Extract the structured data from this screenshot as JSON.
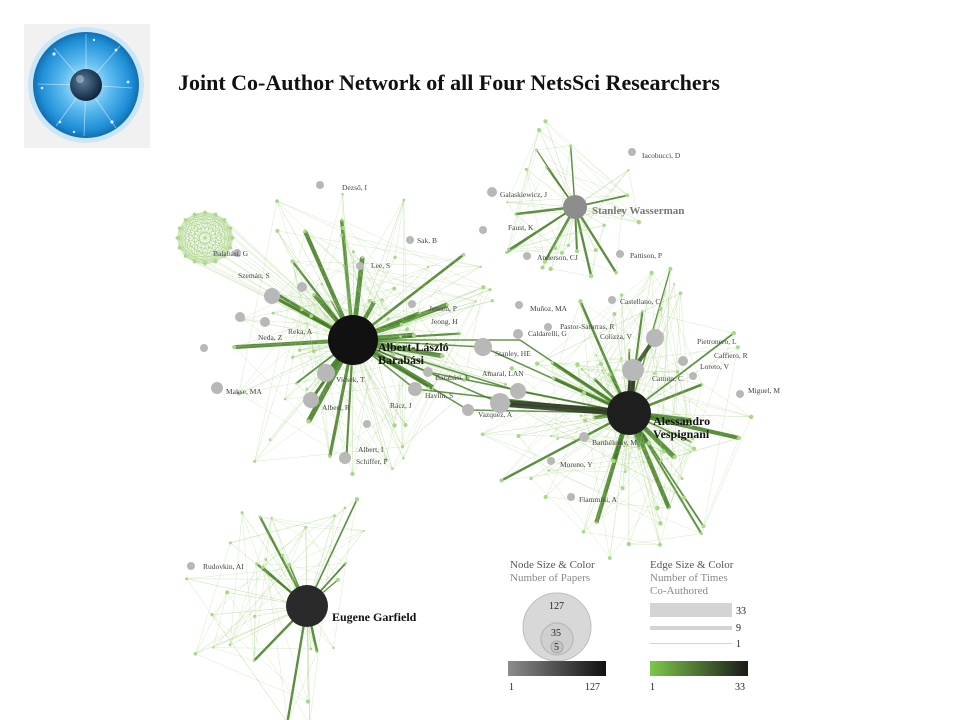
{
  "title": "Joint Co-Author Network of all Four NetsSci Researchers",
  "logo": {
    "icon": "eye-iris-logo-icon"
  },
  "colors": {
    "edge_light": "#9ccc75",
    "edge_dark": "#3f7a1f",
    "node_small": "#b8b8b8",
    "node_big": "#111111"
  },
  "hubs": [
    {
      "id": "barabasi",
      "name_line1": "Albert-László",
      "name_line2": "Barabási"
    },
    {
      "id": "vespignani",
      "name_line1": "Alessandro",
      "name_line2": "Vespignani"
    },
    {
      "id": "wasserman",
      "name_line1": "Stanley Wasserman",
      "name_line2": ""
    },
    {
      "id": "garfield",
      "name_line1": "Eugene Garfield",
      "name_line2": ""
    }
  ],
  "author_labels": [
    "Dezső, I",
    "Balabási, G",
    "Szemán, S",
    "Lee, S",
    "Sak, B",
    "Jeong, H",
    "Jensen, P",
    "Neda, Z",
    "Vicsek, T",
    "Makse, MA",
    "Albert, R",
    "Reka, A",
    "Albert, I",
    "Schiffer, P",
    "Havlin, S",
    "Barabási, E",
    "Rácz, J",
    "Amaral, LAN",
    "Muñoz, MA",
    "Caldarelli, G",
    "Stanley, HE",
    "Vazquez, A",
    "Barthélemy, M",
    "Moreno, Y",
    "Flammini, A",
    "Castellano, C",
    "Colizza, V",
    "Pastor-Satorras, R",
    "Loreto, V",
    "Cattuto, C",
    "Pietronero, L",
    "Caffiero, R",
    "Miguel, M",
    "Iacobucci, D",
    "Galaskiewicz, J",
    "Faust, K",
    "Anderson, CJ",
    "Pattison, P",
    "Rudovkin, AI"
  ],
  "legend": {
    "node": {
      "title": "Node Size & Color",
      "subtitle": "Number of Papers",
      "values": [
        "127",
        "35",
        "5"
      ],
      "scale_min": "1",
      "scale_max": "127"
    },
    "edge": {
      "title": "Edge Size & Color",
      "subtitle_line1": "Number of Times",
      "subtitle_line2": "Co-Authored",
      "values": [
        "33",
        "9",
        "1"
      ],
      "scale_min": "1",
      "scale_max": "33"
    }
  }
}
